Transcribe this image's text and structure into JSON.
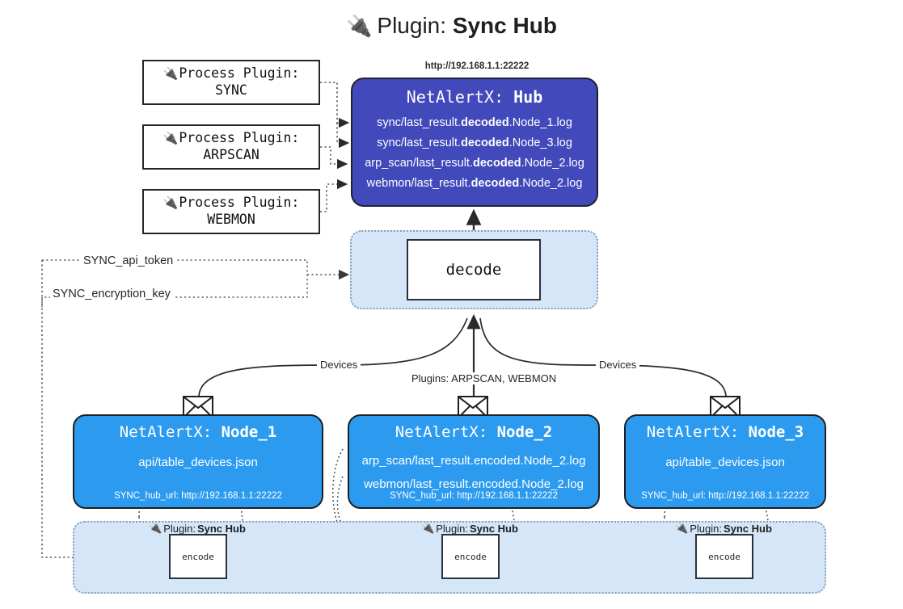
{
  "title": {
    "icon": "plug-icon",
    "prefix": "Plugin: ",
    "name": "Sync Hub"
  },
  "process_plugins": [
    {
      "icon": "plug-icon",
      "line1": "Process Plugin:",
      "line2": "SYNC"
    },
    {
      "icon": "plug-icon",
      "line1": "Process Plugin:",
      "line2": "ARPSCAN"
    },
    {
      "icon": "plug-icon",
      "line1": "Process Plugin:",
      "line2": "WEBMON"
    }
  ],
  "hub": {
    "url": "http://192.168.1.1:22222",
    "title_prefix": "NetAlertX: ",
    "title_name": "Hub",
    "fill_color": "#4249bb",
    "loglines": [
      {
        "pre": "sync/last_result.",
        "bold": "decoded",
        "post": ".Node_1.log"
      },
      {
        "pre": "sync/last_result.",
        "bold": "decoded",
        "post": ".Node_3.log"
      },
      {
        "pre": "arp_scan/last_result.",
        "bold": "decoded",
        "post": ".Node_2.log"
      },
      {
        "pre": "webmon/last_result.",
        "bold": "decoded",
        "post": ".Node_2.log"
      }
    ]
  },
  "decode": {
    "label": "decode",
    "container_color": "#d4e6f8"
  },
  "edge_labels": {
    "devices_left": "Devices",
    "devices_right": "Devices",
    "plugins_center": "Plugins: ARPSCAN, WEBMON",
    "api_token": "SYNC_api_token",
    "encryption_key": "SYNC_encryption_key"
  },
  "nodes": [
    {
      "title_prefix": "NetAlertX: ",
      "title_name": "Node_1",
      "lines": [
        "api/table_devices.json"
      ],
      "url_label": "SYNC_hub_url: http://192.168.1.1:22222",
      "fill_color": "#2c9bef"
    },
    {
      "title_prefix": "NetAlertX: ",
      "title_name": "Node_2",
      "lines": [
        "arp_scan/last_result.encoded.Node_2.log",
        "webmon/last_result.encoded.Node_2.log"
      ],
      "url_label": "SYNC_hub_url: http://192.168.1.1:22222",
      "fill_color": "#2c9bef"
    },
    {
      "title_prefix": "NetAlertX: ",
      "title_name": "Node_3",
      "lines": [
        "api/table_devices.json"
      ],
      "url_label": "SYNC_hub_url: http://192.168.1.1:22222",
      "fill_color": "#2c9bef"
    }
  ],
  "bottom_band": {
    "plugin_label_prefix": "Plugin: ",
    "plugin_label_name": "Sync Hub",
    "encode_label": "encode",
    "container_color": "#d4e6f8"
  },
  "icons": {
    "plug": "plug-icon",
    "envelope": "envelope-icon"
  }
}
